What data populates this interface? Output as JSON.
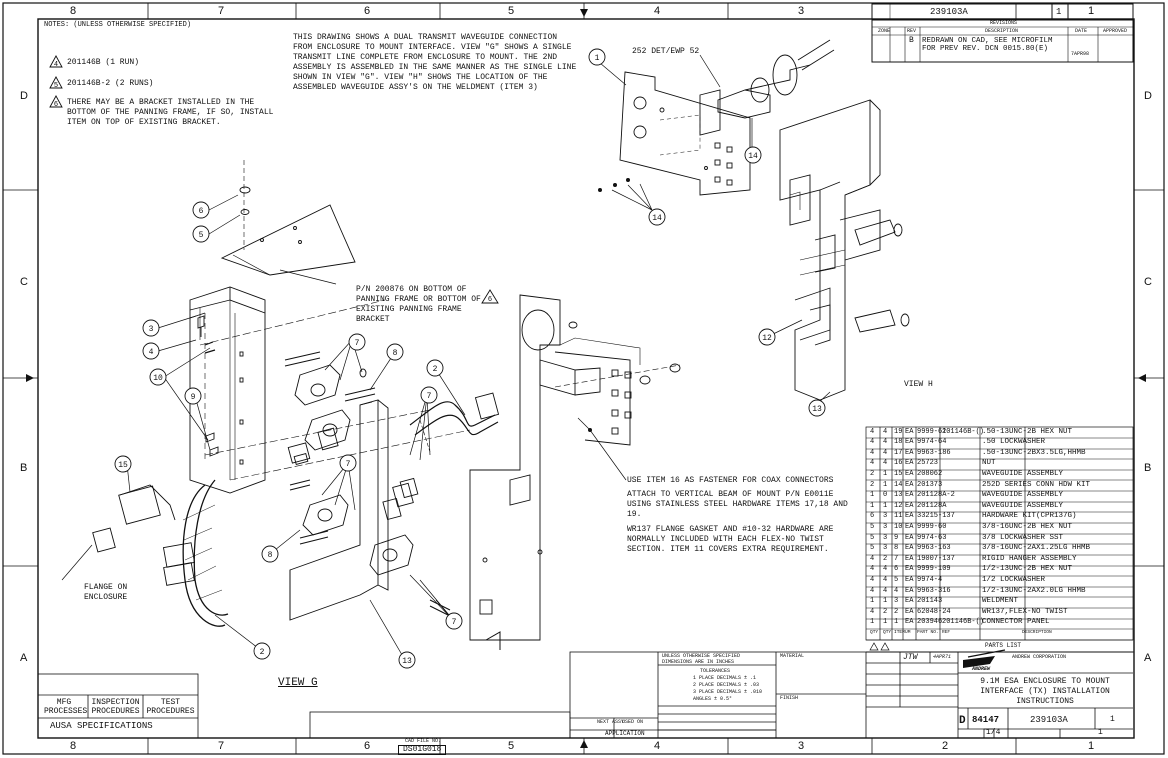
{
  "title_block": {
    "doc_number_top": "239103A",
    "revision_top": "1",
    "revisions_header": "REVISIONS",
    "rev_cols": [
      "ZONE",
      "REV",
      "DESCRIPTION",
      "DATE",
      "APPROVED"
    ],
    "rev_entry": {
      "rev": "B",
      "description": "REDRAWN ON CAD, SEE MICROFILM FOR PREV REV. DCN 0015.80(E)",
      "date": "7APR98"
    },
    "company": "ANDREW CORPORATION",
    "company_logo": "ANDREW",
    "drawing_title": [
      "9.1M ESA ENCLOSURE TO MOUNT",
      "INTERFACE (TX) INSTALLATION",
      "INSTRUCTIONS"
    ],
    "size": "D",
    "code_ident": "84147",
    "dwg_no": "239103A",
    "rev": "1",
    "scale": "1/4",
    "sheet": "1",
    "drawn_by": "JTW",
    "date": "4APR71",
    "cad_file_label": "CAD FILE NO.",
    "cad_file_no": "DS01G018"
  },
  "notes": {
    "header": "NOTES: (UNLESS OTHERWISE SPECIFIED)",
    "items": [
      {
        "mark": "4",
        "text": "201146B (1 RUN)"
      },
      {
        "mark": "5",
        "text": "201146B-2 (2 RUNS)"
      },
      {
        "mark": "6",
        "text": "THERE MAY BE A BRACKET INSTALLED IN THE BOTTOM OF THE PANNING FRAME, IF SO, INSTALL ITEM ON TOP OF EXISTING BRACKET."
      }
    ],
    "description": "THIS DRAWING SHOWS A DUAL TRANSMIT WAVEGUIDE CONNECTION FROM ENCLOSURE TO MOUNT INTERFACE. VIEW \"G\" SHOWS A SINGLE TRANSMIT LINE COMPLETE FROM ENCLOSURE TO MOUNT. THE 2ND ASSEMBLY IS ASSEMBLED IN THE SAME MANNER AS THE SINGLE LINE SHOWN IN VIEW \"G\". VIEW \"H\" SHOWS THE LOCATION OF THE ASSEMBLED WAVEGUIDE ASSY'S ON THE WELDMENT (ITEM 3)"
  },
  "callouts": {
    "det": "252 DET/EWP 52",
    "panning": "P/N 200876 ON BOTTOM OF PANNING FRAME OR BOTTOM OF EXISTING PANNING FRAME BRACKET",
    "item16": "USE ITEM 16 AS FASTENER FOR COAX CONNECTORS",
    "attach": "ATTACH TO VERTICAL BEAM OF MOUNT P/N E0011E USING STAINLESS STEEL HARDWARE ITEMS 17,18 AND 19.",
    "wr137": "WR137 FLANGE GASKET AND #10-32 HARDWARE ARE NORMALLY INCLUDED WITH EACH FLEX-NO TWIST SECTION. ITEM 11 COVERS EXTRA REQUIREMENT.",
    "flange": "FLANGE ON ENCLOSURE",
    "view_g": "VIEW G",
    "view_h": "VIEW H"
  },
  "parts_list": {
    "header": "PARTS LIST",
    "col_labels": [
      "QTY",
      "QTY",
      "ITEM",
      "UM",
      "PART NO.",
      "REF",
      "DESCRIPTION"
    ],
    "rows": [
      [
        "4",
        "4",
        "19",
        "EA",
        "9999-61",
        "201146B-()",
        ".50-13UNC-2B HEX NUT"
      ],
      [
        "4",
        "4",
        "18",
        "EA",
        "9974-64",
        "",
        ".50 LOCKWASHER"
      ],
      [
        "4",
        "4",
        "17",
        "EA",
        "9963-186",
        "",
        ".50-13UNC-2BX3.5LG,HHMB"
      ],
      [
        "4",
        "4",
        "16",
        "EA",
        "25723",
        "",
        "NUT"
      ],
      [
        "2",
        "1",
        "15",
        "EA",
        "208062",
        "",
        "WAVEGUIDE ASSEMBLY"
      ],
      [
        "2",
        "1",
        "14",
        "EA",
        "201373",
        "",
        "252D SERIES CONN HDW KIT"
      ],
      [
        "1",
        "0",
        "13",
        "EA",
        "201128A-2",
        "",
        "WAVEGUIDE ASSEMBLY"
      ],
      [
        "1",
        "1",
        "12",
        "EA",
        "201128A",
        "",
        "WAVEGUIDE ASSEMBLY"
      ],
      [
        "6",
        "3",
        "11",
        "EA",
        "33215-137",
        "",
        "HARDWARE KIT(CPR137G)"
      ],
      [
        "5",
        "3",
        "10",
        "EA",
        "9999-60",
        "",
        "3/8-16UNC-2B HEX NUT"
      ],
      [
        "5",
        "3",
        "9",
        "EA",
        "9974-63",
        "",
        "3/8 LOCKWASHER SST"
      ],
      [
        "5",
        "3",
        "8",
        "EA",
        "9963-163",
        "",
        "3/8-16UNC-2AX1.25LG HHMB"
      ],
      [
        "4",
        "2",
        "7",
        "EA",
        "19007-137",
        "",
        "RIGID HANGER ASSEMBLY"
      ],
      [
        "4",
        "4",
        "6",
        "EA",
        "9999-109",
        "",
        "1/2-13UNC-2B HEX NUT"
      ],
      [
        "4",
        "4",
        "5",
        "EA",
        "9974-4",
        "",
        "1/2 LOCKWASHER"
      ],
      [
        "4",
        "4",
        "4",
        "EA",
        "9963-316",
        "",
        "1/2-13UNC-2AX2.0LG HHMB"
      ],
      [
        "1",
        "1",
        "3",
        "EA",
        "201143",
        "",
        "WELDMENT"
      ],
      [
        "4",
        "2",
        "2",
        "EA",
        "62048-24",
        "",
        "WR137,FLEX-NO TWIST"
      ],
      [
        "1",
        "1",
        "1",
        "EA",
        "203946",
        "201146B-()",
        "CONNECTOR PANEL"
      ]
    ]
  },
  "bottom_left": {
    "cols": [
      "MFG PROCESSES",
      "INSPECTION PROCEDURES",
      "TEST PROCEDURES"
    ],
    "spec": "AUSA SPECIFICATIONS"
  },
  "application": {
    "label": "APPLICATION",
    "next_assy": "NEXT ASSY",
    "used_on": "USED ON",
    "unless": "UNLESS OTHERWISE SPECIFIED",
    "dims": "DIMENSIONS ARE IN INCHES",
    "tol_header": "TOLERANCES",
    "tol_lines": [
      "1 PLACE DECIMALS ± .1",
      "2 PLACE DECIMALS ± .03",
      "3 PLACE DECIMALS ± .010",
      "ANGLES ± 0.5°"
    ],
    "material": "MATERIAL",
    "finish": "FINISH"
  },
  "zones": {
    "cols": [
      "8",
      "7",
      "6",
      "5",
      "4",
      "3",
      "2",
      "1"
    ],
    "rows": [
      "D",
      "C",
      "B",
      "A"
    ]
  },
  "balloons": [
    "1",
    "2",
    "3",
    "4",
    "5",
    "6",
    "7",
    "8",
    "9",
    "10",
    "12",
    "13",
    "14",
    "15"
  ]
}
